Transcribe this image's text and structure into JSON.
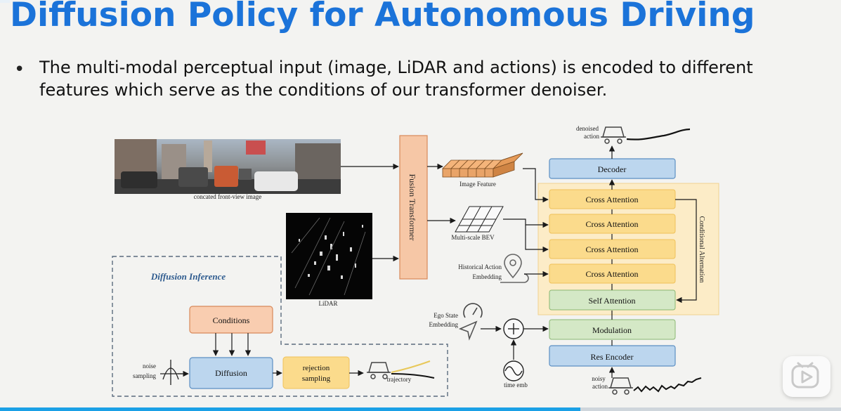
{
  "slide": {
    "title": "Diffusion Policy for Autonomous Driving",
    "bullet": "The multi-modal perceptual input (image, LiDAR and actions) is encoded to different features which serve as the conditions of our transformer denoiser."
  },
  "diagram": {
    "image_caption": "concated front-view image",
    "lidar_label": "LiDAR",
    "fusion_label": "Fusion Transformer",
    "image_feature": "Image Feature",
    "bev_label": "Multi-scale BEV",
    "hist_action_line1": "Historical Action",
    "hist_action_line2": "Embedding",
    "ego_line1": "Ego State",
    "ego_line2": "Embedding",
    "time_emb": "time emb",
    "denoised_line1": "denoised",
    "denoised_line2": "action",
    "noisy_line1": "noisy",
    "noisy_line2": "action",
    "decoder": "Decoder",
    "cross_attention": [
      "Cross Attention",
      "Cross Attention",
      "Cross Attention",
      "Cross Attention"
    ],
    "self_attention": "Self Attention",
    "modulation": "Modulation",
    "res_encoder": "Res Encoder",
    "conditional_alternation": "Conditional Alternation",
    "inference": {
      "title": "Diffusion Inference",
      "conditions": "Conditions",
      "diffusion": "Diffusion",
      "noise_line1": "noise",
      "noise_line2": "sampling",
      "rejection_line1": "rejection",
      "rejection_line2": "sampling",
      "trajectory": "trajectory"
    }
  },
  "player": {
    "progress": 0.69
  },
  "colors": {
    "title": "#1b73d9",
    "fusion_fill": "#f6c7a6",
    "fusion_stroke": "#d8895a",
    "blue_fill": "#bcd6ee",
    "blue_stroke": "#5c8fc3",
    "yellow_fill": "#fbdb8c",
    "green_fill": "#d4e8c6",
    "green_stroke": "#8ab772",
    "panel_fill": "#fcecc7",
    "conditions_fill": "#f9cdb0",
    "progress": "#1aa0e6"
  }
}
